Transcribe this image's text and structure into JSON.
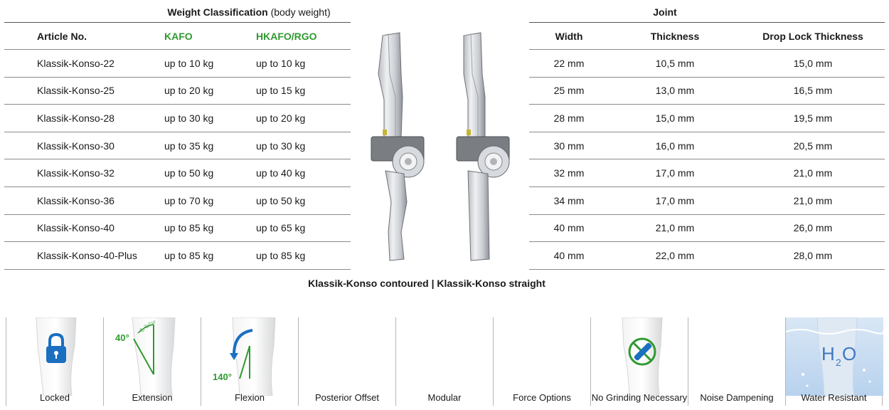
{
  "weight_header": {
    "bold": "Weight Classification",
    "normal": " (body weight)"
  },
  "joint_header": "Joint",
  "left_table": {
    "headers": [
      "Article No.",
      "KAFO",
      "HKAFO/RGO"
    ],
    "rows": [
      [
        "Klassik-Konso-22",
        "up to 10 kg",
        "up to 10 kg"
      ],
      [
        "Klassik-Konso-25",
        "up to 20 kg",
        "up to 15 kg"
      ],
      [
        "Klassik-Konso-28",
        "up to 30 kg",
        "up to 20 kg"
      ],
      [
        "Klassik-Konso-30",
        "up to 35 kg",
        "up to 30 kg"
      ],
      [
        "Klassik-Konso-32",
        "up to 50 kg",
        "up to 40 kg"
      ],
      [
        "Klassik-Konso-36",
        "up to 70 kg",
        "up to 50 kg"
      ],
      [
        "Klassik-Konso-40",
        "up to 85 kg",
        "up to 65 kg"
      ],
      [
        "Klassik-Konso-40-Plus",
        "up to 85 kg",
        "up to 85 kg"
      ]
    ]
  },
  "right_table": {
    "headers": [
      "Width",
      "Thickness",
      "Drop Lock Thickness"
    ],
    "rows": [
      [
        "22 mm",
        "10,5 mm",
        "15,0 mm"
      ],
      [
        "25 mm",
        "13,0 mm",
        "16,5 mm"
      ],
      [
        "28 mm",
        "15,0 mm",
        "19,5 mm"
      ],
      [
        "30 mm",
        "16,0 mm",
        "20,5 mm"
      ],
      [
        "32 mm",
        "17,0 mm",
        "21,0 mm"
      ],
      [
        "34 mm",
        "17,0 mm",
        "21,0 mm"
      ],
      [
        "40 mm",
        "21,0 mm",
        "26,0 mm"
      ],
      [
        "40 mm",
        "22,0 mm",
        "28,0 mm"
      ]
    ]
  },
  "caption": "Klassik-Konso contoured | Klassik-Konso straight",
  "features": [
    {
      "label": "Locked",
      "icon": "padlock-icon"
    },
    {
      "label": "Extension",
      "icon": "extension-angle-icon",
      "angle": "40°",
      "ticks": [
        "30",
        "20",
        "10",
        "0"
      ]
    },
    {
      "label": "Flexion",
      "icon": "flexion-angle-icon",
      "angle": "140°"
    },
    {
      "label": "Posterior Offset",
      "icon": ""
    },
    {
      "label": "Modular",
      "icon": ""
    },
    {
      "label": "Force Options",
      "icon": ""
    },
    {
      "label": "No Grinding Necessary",
      "icon": "no-grinding-icon"
    },
    {
      "label": "Noise Dampening",
      "icon": ""
    },
    {
      "label": "Water Resistant",
      "icon": "water-icon",
      "h": "H",
      "sub": "2",
      "o": "O"
    }
  ],
  "colors": {
    "green": "#2f9a2f",
    "blue": "#1a6fc0",
    "rule": "#8a8a8a"
  }
}
